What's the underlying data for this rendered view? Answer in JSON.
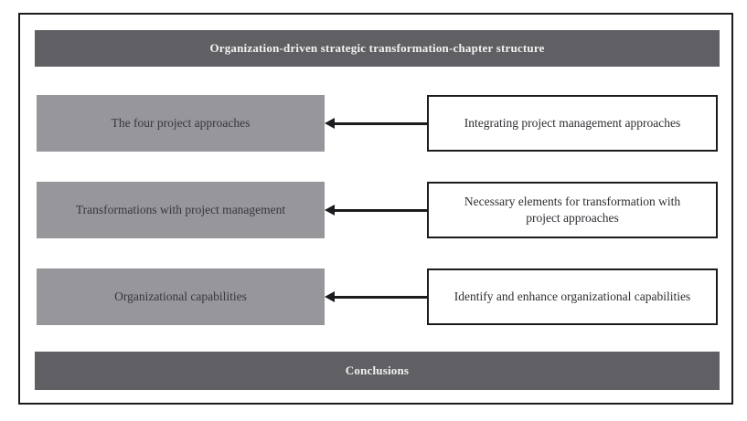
{
  "diagram": {
    "title": "Organization-driven strategic transformation-chapter structure",
    "footer": "Conclusions",
    "rows": [
      {
        "chapter": "The four project approaches",
        "description": "Integrating project management approaches"
      },
      {
        "chapter": "Transformations with project management",
        "description": "Necessary elements for transformation with project approaches"
      },
      {
        "chapter": "Organizational capabilities",
        "description": "Identify and enhance organizational capabilities"
      }
    ],
    "arrow_direction": "right-to-left",
    "colors": {
      "bar_background": "#605f63",
      "bar_text": "#f4f3f1",
      "chapter_box_background": "#97969a",
      "chapter_box_text": "#38373b",
      "detail_box_background": "#ffffff",
      "border_and_arrows": "#1c1c1e"
    }
  }
}
